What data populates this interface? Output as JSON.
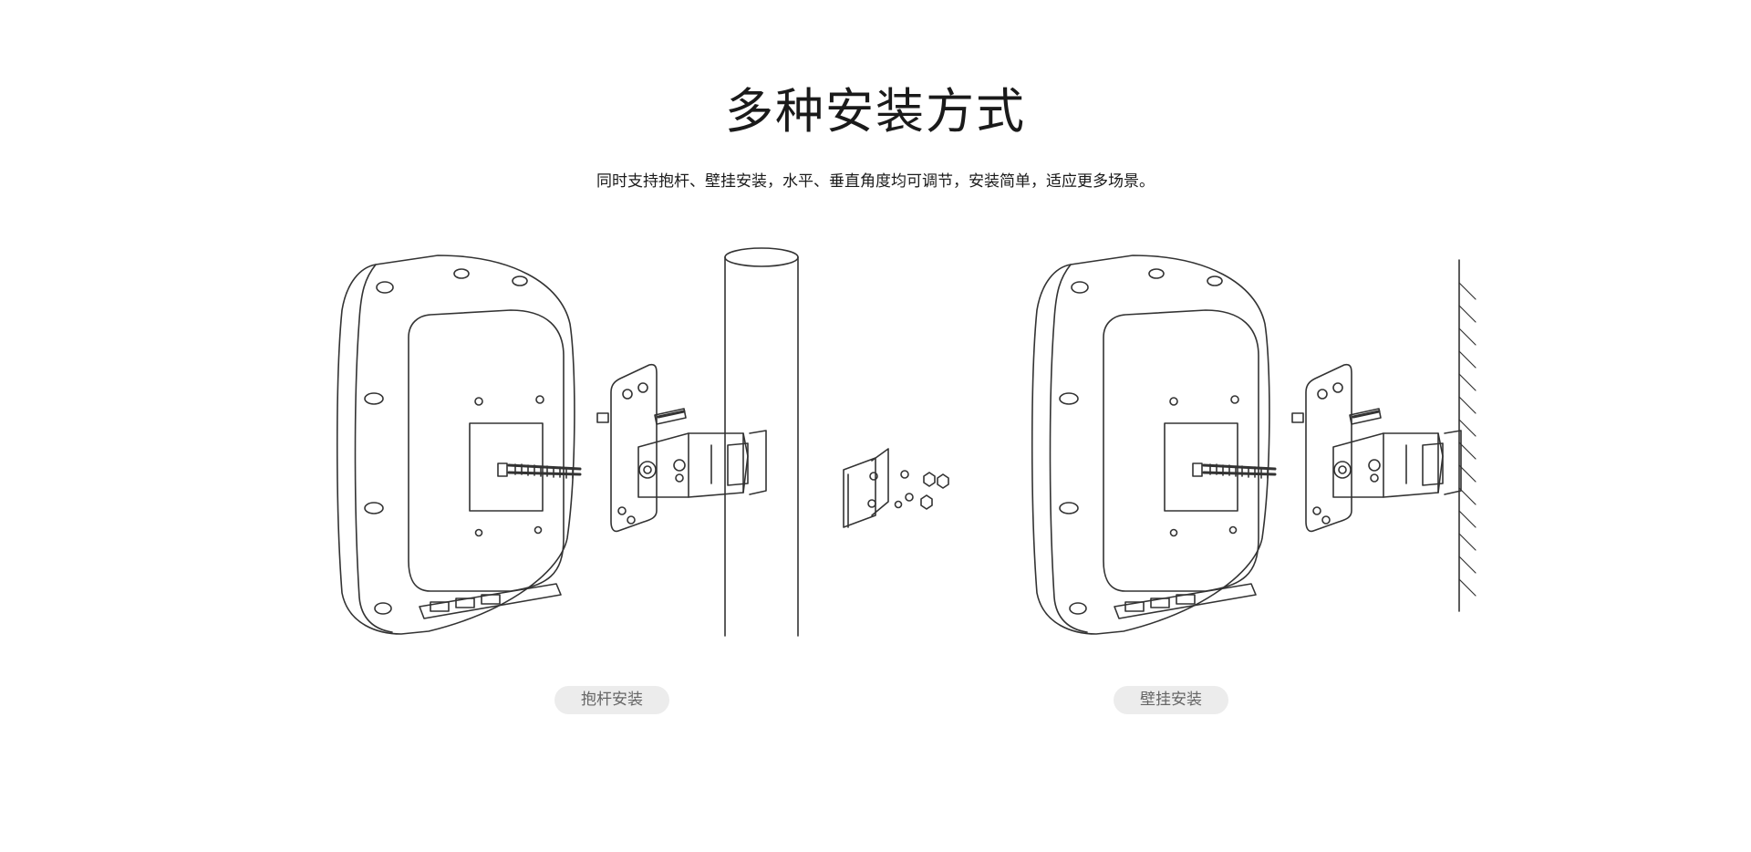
{
  "header": {
    "title": "多种安装方式",
    "subtitle": "同时支持抱杆、壁挂安装，水平、垂直角度均可调节，安装简单，适应更多场景。"
  },
  "methods": [
    {
      "label": "抱杆安装",
      "illustration": "device-on-pole"
    },
    {
      "label": "壁挂安装",
      "illustration": "device-on-wall"
    }
  ],
  "colors": {
    "line": "#333333",
    "pill_background": "#ececec",
    "pill_text": "#666666",
    "text": "#1a1a1a"
  }
}
